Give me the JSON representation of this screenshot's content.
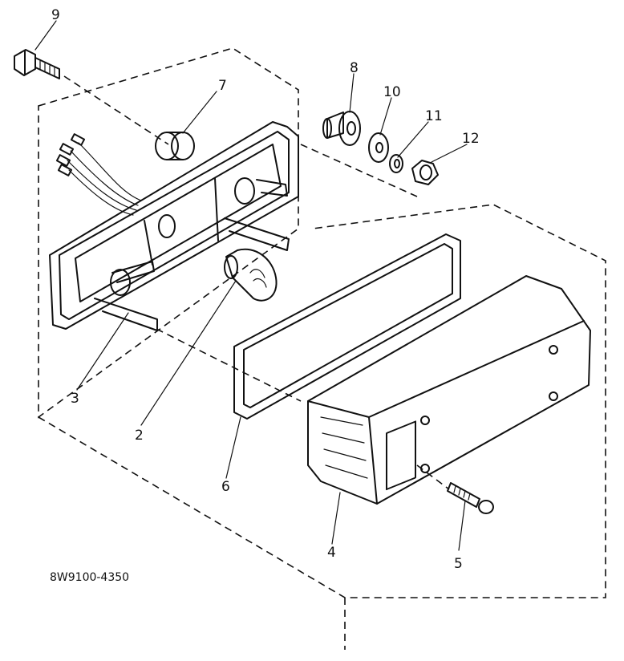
{
  "diagram": {
    "callouts": [
      {
        "id": "1",
        "label": "9"
      },
      {
        "id": "2",
        "label": "7"
      },
      {
        "id": "3",
        "label": "8"
      },
      {
        "id": "4",
        "label": "10"
      },
      {
        "id": "5",
        "label": "11"
      },
      {
        "id": "6",
        "label": "12"
      },
      {
        "id": "7",
        "label": "3"
      },
      {
        "id": "8",
        "label": "2"
      },
      {
        "id": "9",
        "label": "6"
      },
      {
        "id": "10",
        "label": "4"
      },
      {
        "id": "11",
        "label": "5"
      }
    ],
    "reference_code": "8W9100-4350"
  }
}
